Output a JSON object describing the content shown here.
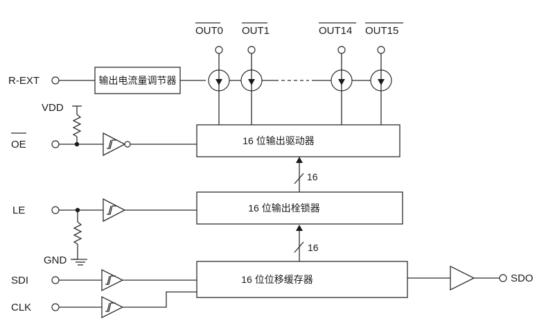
{
  "pins": {
    "out0": "OUT0",
    "out1": "OUT1",
    "out14": "OUT14",
    "out15": "OUT15",
    "rext": "R-EXT",
    "vdd": "VDD",
    "oe": "OE",
    "le": "LE",
    "gnd": "GND",
    "sdi": "SDI",
    "clk": "CLK",
    "sdo": "SDO"
  },
  "blocks": {
    "current_regulator": "输出电流量调节器",
    "output_driver": "16 位输出驱动器",
    "output_latch": "16 位输出栓锁器",
    "shift_register": "16 位位移缓存器"
  },
  "buses": {
    "driver_bus_width": "16",
    "latch_bus_width": "16"
  }
}
